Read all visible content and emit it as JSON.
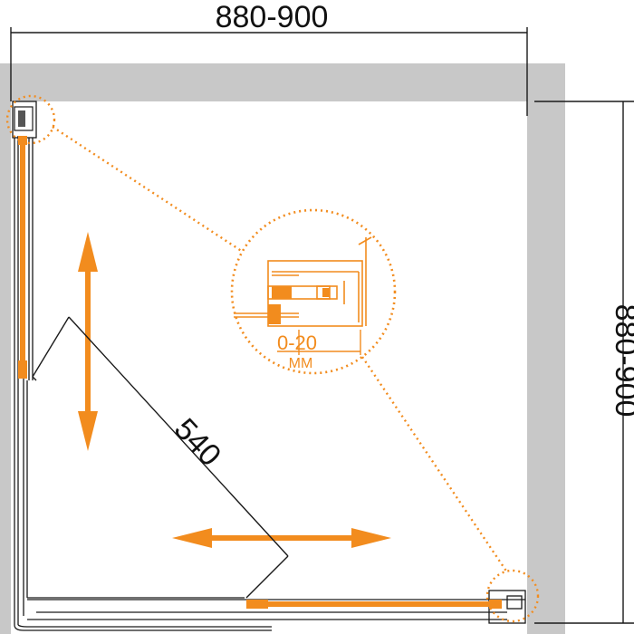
{
  "dimensions": {
    "top_width_label": "880-900",
    "right_height_label": "880-900",
    "diagonal_label": "540",
    "adjust_range_label": "0-20",
    "adjust_unit_label": "MM"
  },
  "colors": {
    "wall": "#c8c8c8",
    "frame": "#222222",
    "accent": "#f28c1e",
    "line": "#1a1a1a"
  }
}
